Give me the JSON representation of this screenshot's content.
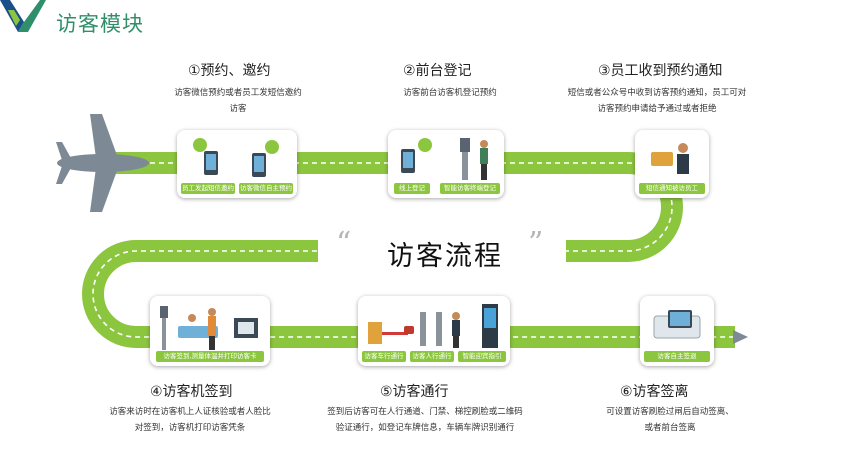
{
  "header": {
    "title": "访客模块"
  },
  "center": {
    "title": "访客流程",
    "open_quote": "“",
    "close_quote": "”"
  },
  "steps": [
    {
      "title": "①预约、邀约",
      "desc": [
        "访客微信预约或者员工发短信邀约",
        "访客"
      ],
      "tags": [
        "员工发起短信邀约",
        "访客微信自主预约"
      ]
    },
    {
      "title": "②前台登记",
      "desc": [
        "访客前台访客机登记预约"
      ],
      "tags": [
        "线上登记",
        "智能访客终端登记"
      ]
    },
    {
      "title": "③员工收到预约通知",
      "desc": [
        "短信或者公众号中收到访客预约通知，员工可对",
        "访客预约申请给予通过或者拒绝"
      ],
      "tags": [
        "短信通知被访员工"
      ]
    },
    {
      "title": "④访客机签到",
      "desc": [
        "访客来访时在访客机上人证核验或者人脸比",
        "对签到，访客机打印访客凭条"
      ],
      "tags": [
        "访客签到,测量体温并打印访客卡"
      ]
    },
    {
      "title": "⑤访客通行",
      "desc": [
        "签到后访客可在人行通道、门禁、梯控刷脸或二维码",
        "验证通行，如登记车牌信息，车辆车牌识别通行"
      ],
      "tags": [
        "访客车行通行",
        "访客人行通行",
        "智能迎宾指引"
      ]
    },
    {
      "title": "⑥访客签离",
      "desc": [
        "可设置访客刷脸过闸后自动签离、",
        "或者前台签离"
      ],
      "tags": [
        "访客自主签退"
      ]
    }
  ],
  "colors": {
    "track": "#8cc63f",
    "accent": "#2f8f6a",
    "plane": "#7d8a96",
    "tag": "#8cc63f"
  },
  "icons": [
    "logo-mark",
    "airplane-icon",
    "arrow-head-icon"
  ]
}
